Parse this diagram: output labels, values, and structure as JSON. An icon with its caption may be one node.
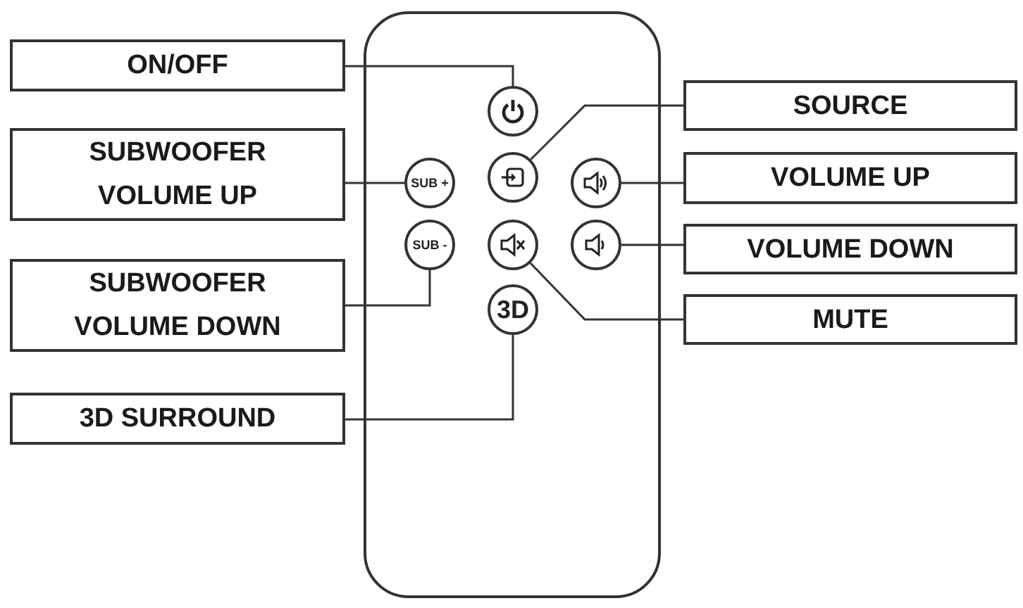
{
  "diagram": {
    "nodes": [
      {
        "text": [],
        "shape": "box"
      },
      {
        "text": [],
        "shape": "circle",
        "in": 0
      },
      {
        "text": [
          "SUB +"
        ],
        "in": 0
      },
      {
        "text": [],
        "shape": "circle",
        "in": 0
      },
      {
        "text": [],
        "shape": "circle",
        "in": 0
      },
      {
        "text": [
          "SUB -"
        ],
        "in": 0
      },
      {
        "text": [],
        "shape": "circle",
        "in": 0
      },
      {
        "text": [],
        "shape": "circle",
        "in": 0
      },
      {
        "text": [
          "3D"
        ],
        "in": 0
      },
      {
        "text": [
          "ON/OFF"
        ]
      },
      {
        "text": [
          "SOURCE"
        ]
      },
      {
        "text": [
          "SUBWOOFER VOLUME UP"
        ]
      },
      {
        "text": [
          "VOLUME UP"
        ]
      },
      {
        "text": [
          "VOLUME DOWN"
        ]
      },
      {
        "text": [
          "SUBWOOFER VOLUME DOWN"
        ]
      },
      {
        "text": [
          "MUTE"
        ]
      },
      {
        "text": [
          "3D SURROUND"
        ]
      }
    ],
    "edges": [
      {
        "from": 9,
        "to": 1,
        "arrow": "none"
      },
      {
        "from": 10,
        "to": 3,
        "arrow": "none"
      },
      {
        "from": 11,
        "to": 2,
        "arrow": "none"
      },
      {
        "from": 12,
        "to": 4,
        "arrow": "none"
      },
      {
        "from": 13,
        "to": 7,
        "arrow": "none"
      },
      {
        "from": 14,
        "to": 5,
        "arrow": "none"
      },
      {
        "from": 15,
        "to": 6,
        "arrow": "none"
      },
      {
        "from": 16,
        "to": 8,
        "arrow": "none"
      }
    ]
  }
}
